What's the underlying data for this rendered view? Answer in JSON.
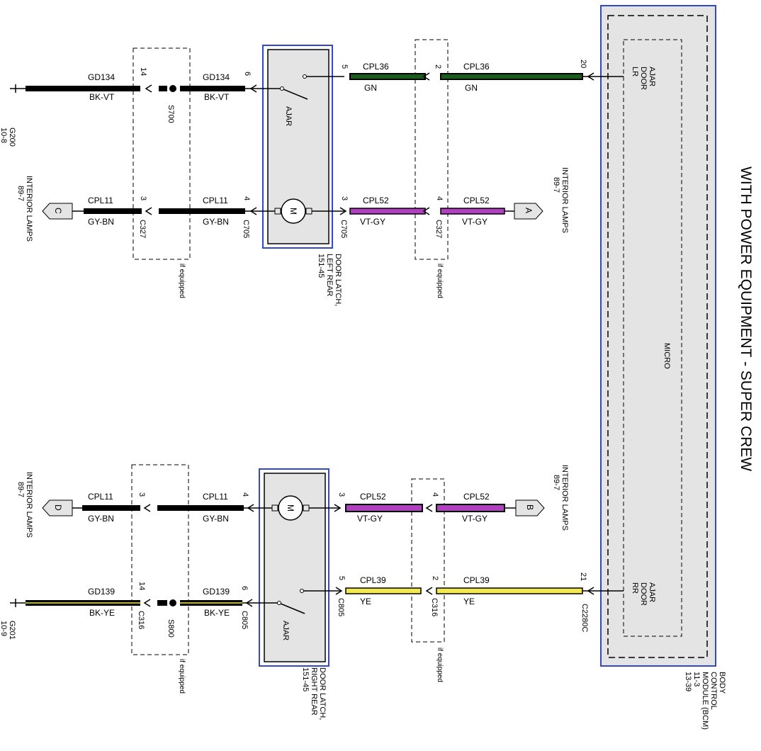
{
  "title": "WITH POWER EQUIPMENT - SUPER CREW",
  "colors": {
    "black": "#000000",
    "green": "#1a5c1a",
    "violet": "#b040c0",
    "gray": "#8a8a8a",
    "yellow": "#f4e94c",
    "module_fill": "#e4e4e4",
    "module_border": "#3348c8"
  },
  "bcm": {
    "name_lines": [
      "BODY",
      "CONTROL",
      "MODULE (BCM)",
      "11-3",
      "13-39"
    ],
    "inner_label": "MICRO",
    "connector": "C2280C",
    "lr_pin": "20",
    "lr_label": [
      "LR",
      "DOOR",
      "AJAR"
    ],
    "rr_pin": "21",
    "rr_label": [
      "RR",
      "DOOR",
      "AJAR"
    ]
  },
  "left_rear": {
    "latch_label": [
      "DOOR LATCH,",
      "LEFT REAR",
      "151-45"
    ],
    "motor_symbol": "M",
    "ajar_label": "AJAR",
    "ground": {
      "name": "G200",
      "ref": "10-8"
    },
    "splice": "S700",
    "connectors": {
      "c327": "C327",
      "c705": "C705"
    },
    "note_left": "if equipped",
    "note_right": "if equipped",
    "wires": [
      {
        "circuit": "GD134",
        "color": "BK-VT"
      },
      {
        "circuit": "GD134",
        "color": "BK-VT"
      },
      {
        "circuit": "CPL36",
        "color": "GN"
      },
      {
        "circuit": "CPL36",
        "color": "GN"
      },
      {
        "circuit": "CPL11",
        "color": "GY-BN"
      },
      {
        "circuit": "CPL11",
        "color": "GY-BN"
      },
      {
        "circuit": "CPL52",
        "color": "VT-GY"
      },
      {
        "circuit": "CPL52",
        "color": "VT-GY"
      }
    ],
    "pins": [
      "14",
      "6",
      "5",
      "2",
      "3",
      "4",
      "3",
      "4"
    ],
    "lamps_c": {
      "letter": "C",
      "lines": [
        "INTERIOR LAMPS",
        "89-7"
      ]
    },
    "lamps_a": {
      "letter": "A",
      "lines": [
        "INTERIOR LAMPS",
        "89-7"
      ]
    }
  },
  "right_rear": {
    "latch_label": [
      "DOOR LATCH,",
      "RIGHT REAR",
      "151-45"
    ],
    "motor_symbol": "M",
    "ajar_label": "AJAR",
    "ground": {
      "name": "G201",
      "ref": "10-9"
    },
    "splice": "S800",
    "connectors": {
      "c316": "C316",
      "c805": "C805"
    },
    "note_left": "if equipped",
    "note_right": "if equipped",
    "wires": [
      {
        "circuit": "CPL11",
        "color": "GY-BN"
      },
      {
        "circuit": "CPL11",
        "color": "GY-BN"
      },
      {
        "circuit": "CPL52",
        "color": "VT-GY"
      },
      {
        "circuit": "CPL52",
        "color": "VT-GY"
      },
      {
        "circuit": "GD139",
        "color": "BK-YE"
      },
      {
        "circuit": "GD139",
        "color": "BK-YE"
      },
      {
        "circuit": "CPL39",
        "color": "YE"
      },
      {
        "circuit": "CPL39",
        "color": "YE"
      }
    ],
    "pins": [
      "3",
      "4",
      "3",
      "4",
      "14",
      "6",
      "5",
      "2"
    ],
    "lamps_d": {
      "letter": "D",
      "lines": [
        "INTERIOR LAMPS",
        "89-7"
      ]
    },
    "lamps_b": {
      "letter": "B",
      "lines": [
        "INTERIOR LAMPS",
        "89-7"
      ]
    }
  }
}
